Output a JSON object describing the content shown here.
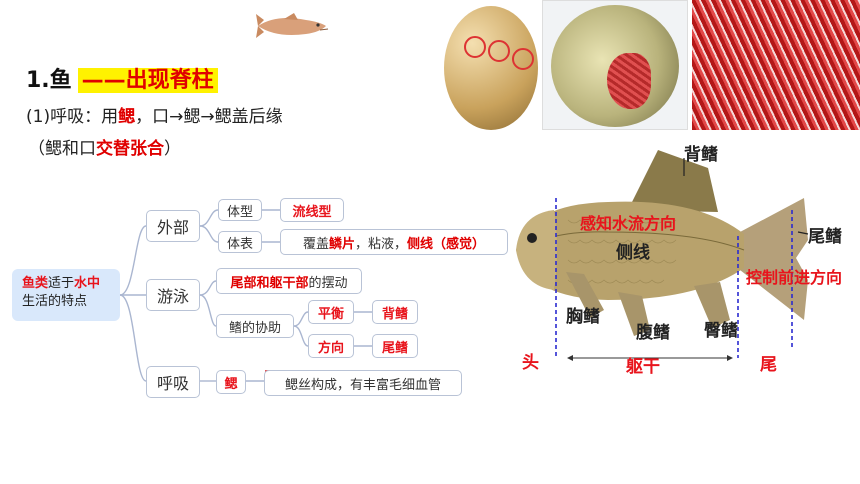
{
  "header": {
    "title_num": "1.鱼",
    "title_highlight": "——出现脊柱",
    "breath_prefix": "(1)呼吸：用",
    "breath_red": "鳃",
    "breath_suffix": "，口→鳃→鳃盖后缘",
    "alt_prefix": "（鳃和口",
    "alt_red": "交替张合",
    "alt_suffix": "）"
  },
  "mindmap": {
    "root_red": "鱼类",
    "root_mid": "适于",
    "root_red2": "水中",
    "root_line2": "生活的特点",
    "external": "外部",
    "body_shape": "体型",
    "body_shape_val": "流线型",
    "body_surface": "体表",
    "surface_a": "覆盖",
    "surface_b": "鳞片",
    "surface_c": "，粘液，",
    "surface_d": "侧线",
    "surface_e": "（感觉）",
    "swim": "游泳",
    "swim_a": "尾部和躯干部",
    "swim_b": "的摆动",
    "fin_coop": "鳍的协助",
    "balance": "平衡",
    "dorsal": "背鳍",
    "direction": "方向",
    "tail": "尾鳍",
    "breath": "呼吸",
    "gill": "鳃",
    "gill_desc": "鳃丝构成，有丰富毛细血管"
  },
  "fish": {
    "dorsal_fin": "背鳍",
    "sense_water": "感知水流方向",
    "lateral_line": "侧线",
    "tail_fin": "尾鳍",
    "control": "控制前进方向",
    "pectoral": "胸鳍",
    "pelvic": "腹鳍",
    "anal": "臀鳍",
    "head": "头",
    "trunk": "躯干",
    "tail": "尾"
  },
  "colors": {
    "accent_red": "#e8141c",
    "highlight": "#fff200",
    "root_bg": "#d9e8fb",
    "node_border": "#b9c3d6"
  },
  "icons": [
    "fish-icon"
  ]
}
